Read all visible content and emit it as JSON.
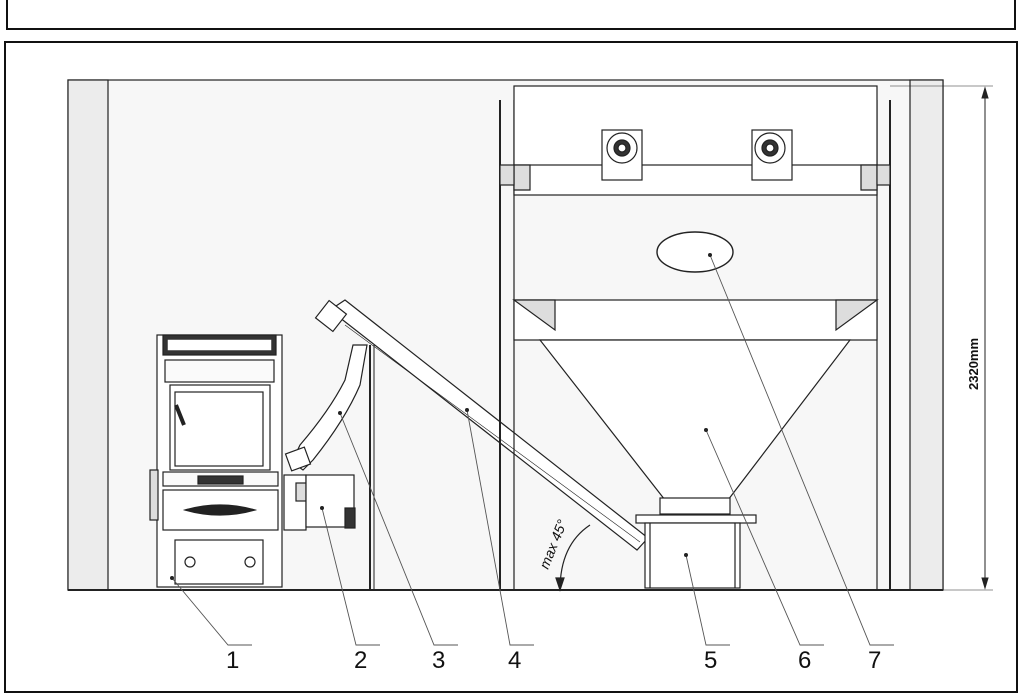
{
  "callouts": [
    "1",
    "2",
    "3",
    "4",
    "5",
    "6",
    "7"
  ],
  "dimension_label": "2320mm",
  "angle_label": "max 45°"
}
